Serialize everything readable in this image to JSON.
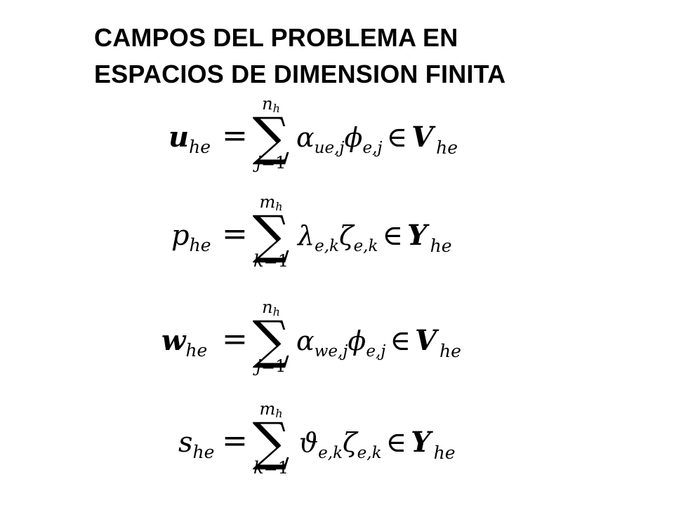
{
  "title": {
    "line1": "CAMPOS DEL PROBLEMA EN",
    "line2": "ESPACIOS DE DIMENSION FINITA"
  },
  "equations": [
    {
      "lhs_var": "u",
      "lhs_sub": "he",
      "sum_upper_var": "n",
      "sum_upper_sub": "h",
      "sum_lower_index": "j",
      "sum_lower_start": "=1",
      "coef_symbol": "α",
      "coef_sub": "ue,j",
      "basis_symbol": "ϕ",
      "basis_sub": "e,j",
      "element_of": "∈",
      "space": "V",
      "space_sub": "he"
    },
    {
      "lhs_var": "p",
      "lhs_sub": "he",
      "sum_upper_var": "m",
      "sum_upper_sub": "h",
      "sum_lower_index": "k",
      "sum_lower_start": "=1",
      "coef_symbol": "λ",
      "coef_sub": "e,k",
      "basis_symbol": "ζ",
      "basis_sub": "e,k",
      "element_of": "∈",
      "space": "Y",
      "space_sub": "he"
    },
    {
      "lhs_var": "w",
      "lhs_sub": "he",
      "sum_upper_var": "n",
      "sum_upper_sub": "h",
      "sum_lower_index": "j",
      "sum_lower_start": "=1",
      "coef_symbol": "α",
      "coef_sub": "we,j",
      "basis_symbol": "ϕ",
      "basis_sub": "e,j",
      "element_of": "∈",
      "space": "V",
      "space_sub": "he"
    },
    {
      "lhs_var": "s",
      "lhs_sub": "he",
      "sum_upper_var": "m",
      "sum_upper_sub": "h",
      "sum_lower_index": "k",
      "sum_lower_start": "=1",
      "coef_symbol": "ϑ",
      "coef_sub": "e,k",
      "basis_symbol": "ζ",
      "basis_sub": "e,k",
      "element_of": "∈",
      "space": "Y",
      "space_sub": "he"
    }
  ],
  "equals_sign": "=",
  "sigma_symbol": "∑"
}
